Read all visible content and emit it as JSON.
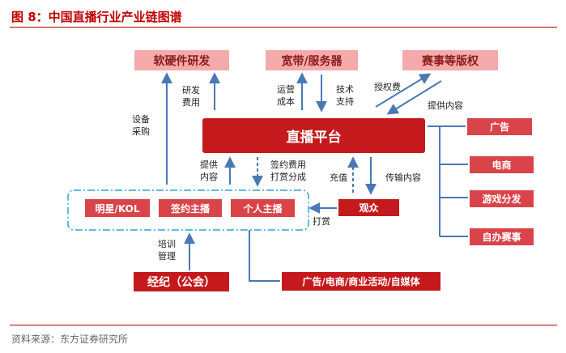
{
  "title": "图 8：中国直播行业产业链图谱",
  "source": "资料来源：东方证券研究所",
  "nodes": {
    "software": "软硬件研发",
    "bandwidth": "宽带/服务器",
    "events": "赛事等版权",
    "platform": "直播平台",
    "star": "明星/KOL",
    "signed": "签约主播",
    "personal": "个人主播",
    "audience": "观众",
    "agency": "经纪（公会）",
    "monetize": "广告/电商/商业活动/自媒体",
    "ad": "广告",
    "ecommerce": "电商",
    "gaming": "游戏分发",
    "selfevent": "自办赛事"
  },
  "labels": {
    "equipment": [
      "设备",
      "采购"
    ],
    "rnd_cost": [
      "研发",
      "费用"
    ],
    "ops_cost": [
      "运营",
      "成本"
    ],
    "tech": [
      "技术",
      "支持"
    ],
    "license_fee": "授权费",
    "provide_content_top": "提供内容",
    "provide_content_left": [
      "提供",
      "内容"
    ],
    "sign_fee": [
      "签约费用",
      "打赏分成"
    ],
    "recharge": "充值",
    "transmit": "传输内容",
    "tip": "打赏",
    "training": [
      "培训",
      "管理"
    ]
  }
}
